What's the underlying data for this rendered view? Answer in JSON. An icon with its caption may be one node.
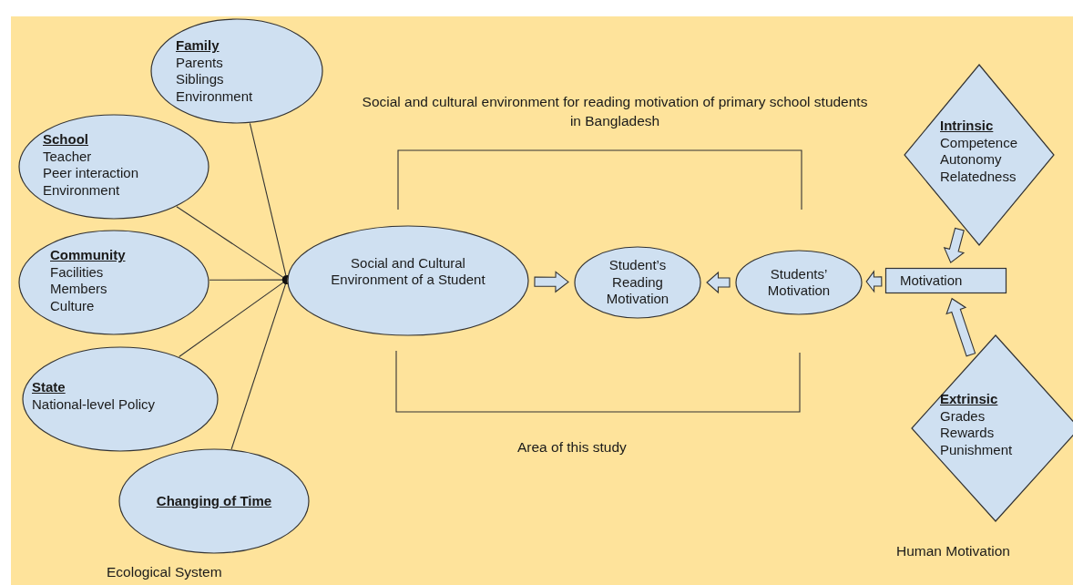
{
  "diagram": {
    "title": "Social and cultural environment for reading motivation of primary school students in Bangladesh",
    "nodes": [
      {
        "text": [
          "Family",
          "Parents",
          "Siblings",
          "Environment"
        ]
      },
      {
        "text": [
          "School",
          "Teacher",
          "Peer interaction",
          "Environment"
        ]
      },
      {
        "text": [
          "Community",
          "Facilities",
          "Members",
          "Culture"
        ]
      },
      {
        "text": [
          "State",
          "National-level Policy"
        ]
      },
      {
        "text": [
          "Changing of Time"
        ]
      },
      {
        "text": [
          "Social and Cultural Environment of a Student"
        ]
      },
      {
        "text": [
          "Student’s Reading Motivation"
        ]
      },
      {
        "text": [
          "Students’ Motivation"
        ]
      },
      {
        "text": [
          "Motivation"
        ]
      },
      {
        "text": [
          "Intrinsic",
          "Competence",
          "Autonomy",
          "Relatedness"
        ]
      },
      {
        "text": [
          "Extrinsic",
          "Grades",
          "Rewards",
          "Punishment"
        ]
      }
    ],
    "edges": [
      {
        "from": 0,
        "to": 5,
        "arrow": "to"
      },
      {
        "from": 1,
        "to": 5,
        "arrow": "to"
      },
      {
        "from": 2,
        "to": 5,
        "arrow": "to"
      },
      {
        "from": 3,
        "to": 5,
        "arrow": "to"
      },
      {
        "from": 4,
        "to": 5,
        "arrow": "to"
      },
      {
        "from": 5,
        "to": 6,
        "arrow": "to",
        "style": "thick"
      },
      {
        "from": 7,
        "to": 6,
        "arrow": "to",
        "style": "thick"
      },
      {
        "from": 8,
        "to": 7,
        "arrow": "to",
        "style": "thick"
      },
      {
        "from": 9,
        "to": 8,
        "arrow": "to",
        "style": "thick"
      },
      {
        "from": 10,
        "to": 8,
        "arrow": "to",
        "style": "thick"
      }
    ],
    "labels": [
      "Area of this study",
      "Ecological System",
      "Human Motivation"
    ]
  }
}
